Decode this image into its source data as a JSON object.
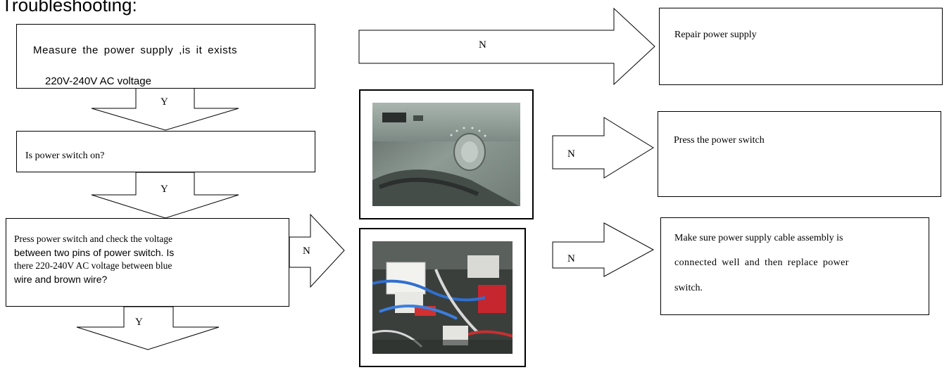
{
  "title": "Troubleshooting:",
  "steps": {
    "measure": {
      "line1": "Measure the power supply ,is it exists",
      "line2": "220V-240V AC voltage"
    },
    "switch_on": {
      "text": "Is power switch on?"
    },
    "check_voltage": {
      "line1": "Press power switch and check the voltage",
      "line2": "between two pins of power switch. Is",
      "line3": "there 220-240V AC voltage between blue",
      "line4": "wire and brown wire?"
    }
  },
  "actions": {
    "repair": "Repair power supply",
    "press": "Press the power switch",
    "replace": {
      "line1": "Make sure power supply cable assembly is",
      "line2": "connected well and then replace power",
      "line3": "switch."
    }
  },
  "labels": {
    "n1": "N",
    "n2": "N",
    "n3": "N",
    "n4": "N",
    "y1": "Y",
    "y2": "Y",
    "y3": "Y"
  },
  "colors": {
    "line": "#000000",
    "fill": "#ffffff"
  }
}
